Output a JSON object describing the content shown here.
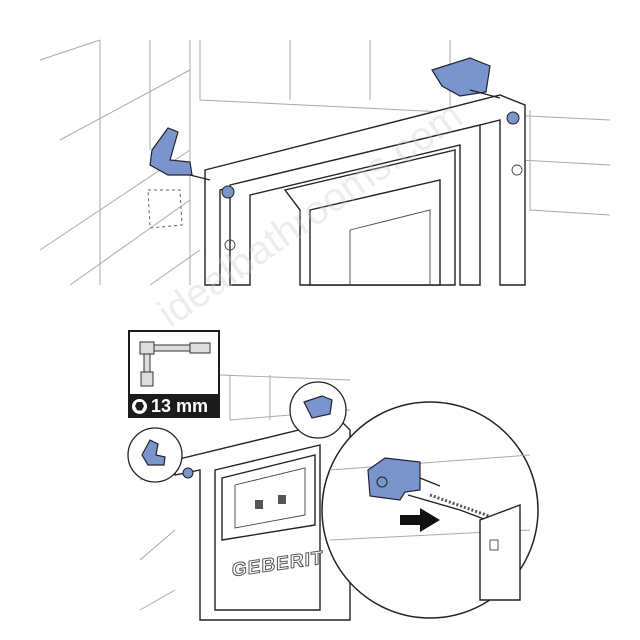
{
  "tool": {
    "size_label": "13 mm",
    "icon": "hex-socket-icon"
  },
  "brand": "GEBERIT",
  "watermark": "idealbathrooms.com",
  "colors": {
    "bracket_blue": "#7a95cc",
    "label_bg": "#1b1b1b"
  }
}
